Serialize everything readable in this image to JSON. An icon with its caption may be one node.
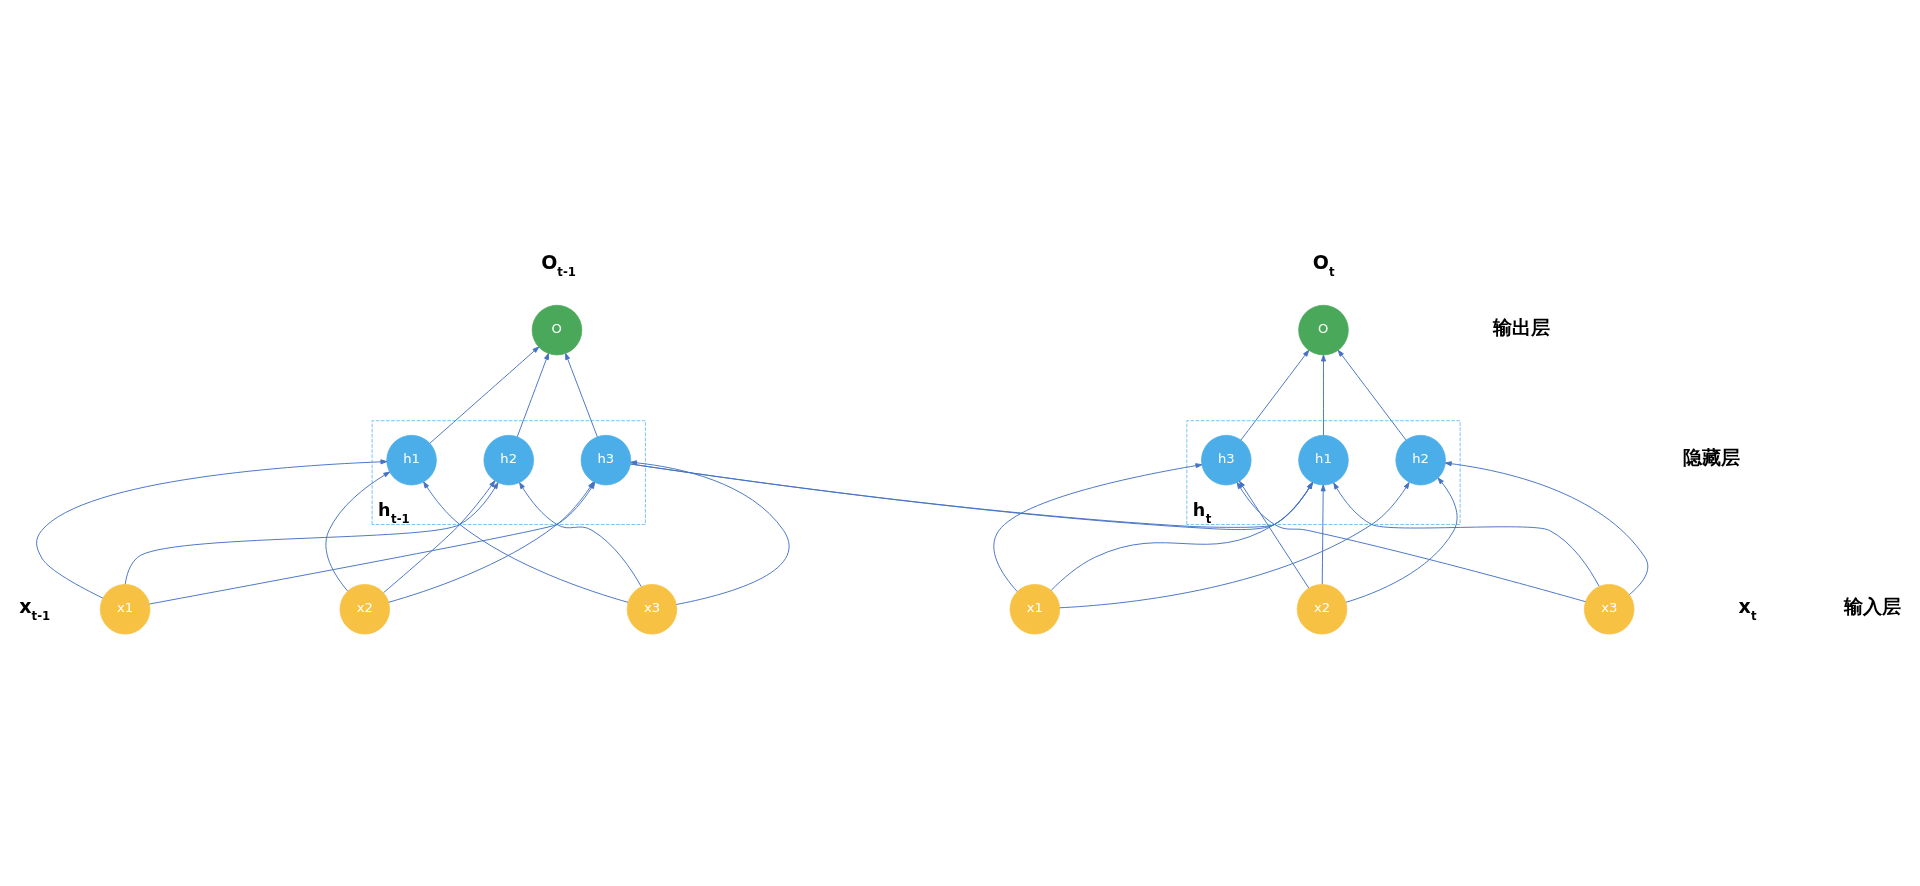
{
  "diagram": {
    "nodes": [
      {
        "text": [
          "O"
        ],
        "beside": [
          "O$_{t-1}$"
        ]
      },
      {
        "text": [
          "O"
        ],
        "beside": [
          "O$_{t}$"
        ]
      },
      {
        "text": [],
        "shape": "box",
        "beside": [
          "h$_{t-1}$"
        ]
      },
      {
        "text": [
          "h1"
        ],
        "in": 2
      },
      {
        "text": [
          "h2"
        ],
        "in": 2
      },
      {
        "text": [
          "h3"
        ],
        "in": 2
      },
      {
        "text": [],
        "shape": "box",
        "beside": [
          "h$_{t}$"
        ]
      },
      {
        "text": [
          "h1"
        ],
        "in": 6
      },
      {
        "text": [
          "h2"
        ],
        "in": 6
      },
      {
        "text": [
          "h3"
        ],
        "in": 6
      },
      {
        "text": [
          "x1"
        ]
      },
      {
        "text": [
          "x2"
        ]
      },
      {
        "text": [
          "x3"
        ]
      },
      {
        "text": [
          "x1"
        ]
      },
      {
        "text": [
          "x2"
        ]
      },
      {
        "text": [
          "x3"
        ]
      }
    ],
    "edges": [
      {
        "from": 3,
        "to": 0,
        "arrow": "to"
      },
      {
        "from": 4,
        "to": 0,
        "arrow": "to"
      },
      {
        "from": 5,
        "to": 0,
        "arrow": "to"
      },
      {
        "from": 7,
        "to": 1,
        "arrow": "to"
      },
      {
        "from": 8,
        "to": 1,
        "arrow": "to"
      },
      {
        "from": 9,
        "to": 1,
        "arrow": "to"
      },
      {
        "from": 2,
        "to": 6,
        "arrow": "to"
      },
      {
        "from": 10,
        "to": 3,
        "arrow": "to"
      },
      {
        "from": 10,
        "to": 4,
        "arrow": "to"
      },
      {
        "from": 10,
        "to": 5,
        "arrow": "to"
      },
      {
        "from": 11,
        "to": 3,
        "arrow": "to"
      },
      {
        "from": 11,
        "to": 4,
        "arrow": "to"
      },
      {
        "from": 11,
        "to": 5,
        "arrow": "to"
      },
      {
        "from": 12,
        "to": 3,
        "arrow": "to"
      },
      {
        "from": 12,
        "to": 4,
        "arrow": "to"
      },
      {
        "from": 12,
        "to": 5,
        "arrow": "to"
      },
      {
        "from": 13,
        "to": 7,
        "arrow": "to"
      },
      {
        "from": 13,
        "to": 8,
        "arrow": "to"
      },
      {
        "from": 13,
        "to": 9,
        "arrow": "to"
      },
      {
        "from": 14,
        "to": 7,
        "arrow": "to"
      },
      {
        "from": 14,
        "to": 8,
        "arrow": "to"
      },
      {
        "from": 14,
        "to": 9,
        "arrow": "to"
      },
      {
        "from": 15,
        "to": 7,
        "arrow": "to"
      },
      {
        "from": 15,
        "to": 8,
        "arrow": "to"
      },
      {
        "from": 15,
        "to": 9,
        "arrow": "to"
      }
    ],
    "labels": [
      "输出层",
      "隐藏层",
      "x$_{t-1}$",
      "x$_{t}$",
      "输入层"
    ]
  }
}
